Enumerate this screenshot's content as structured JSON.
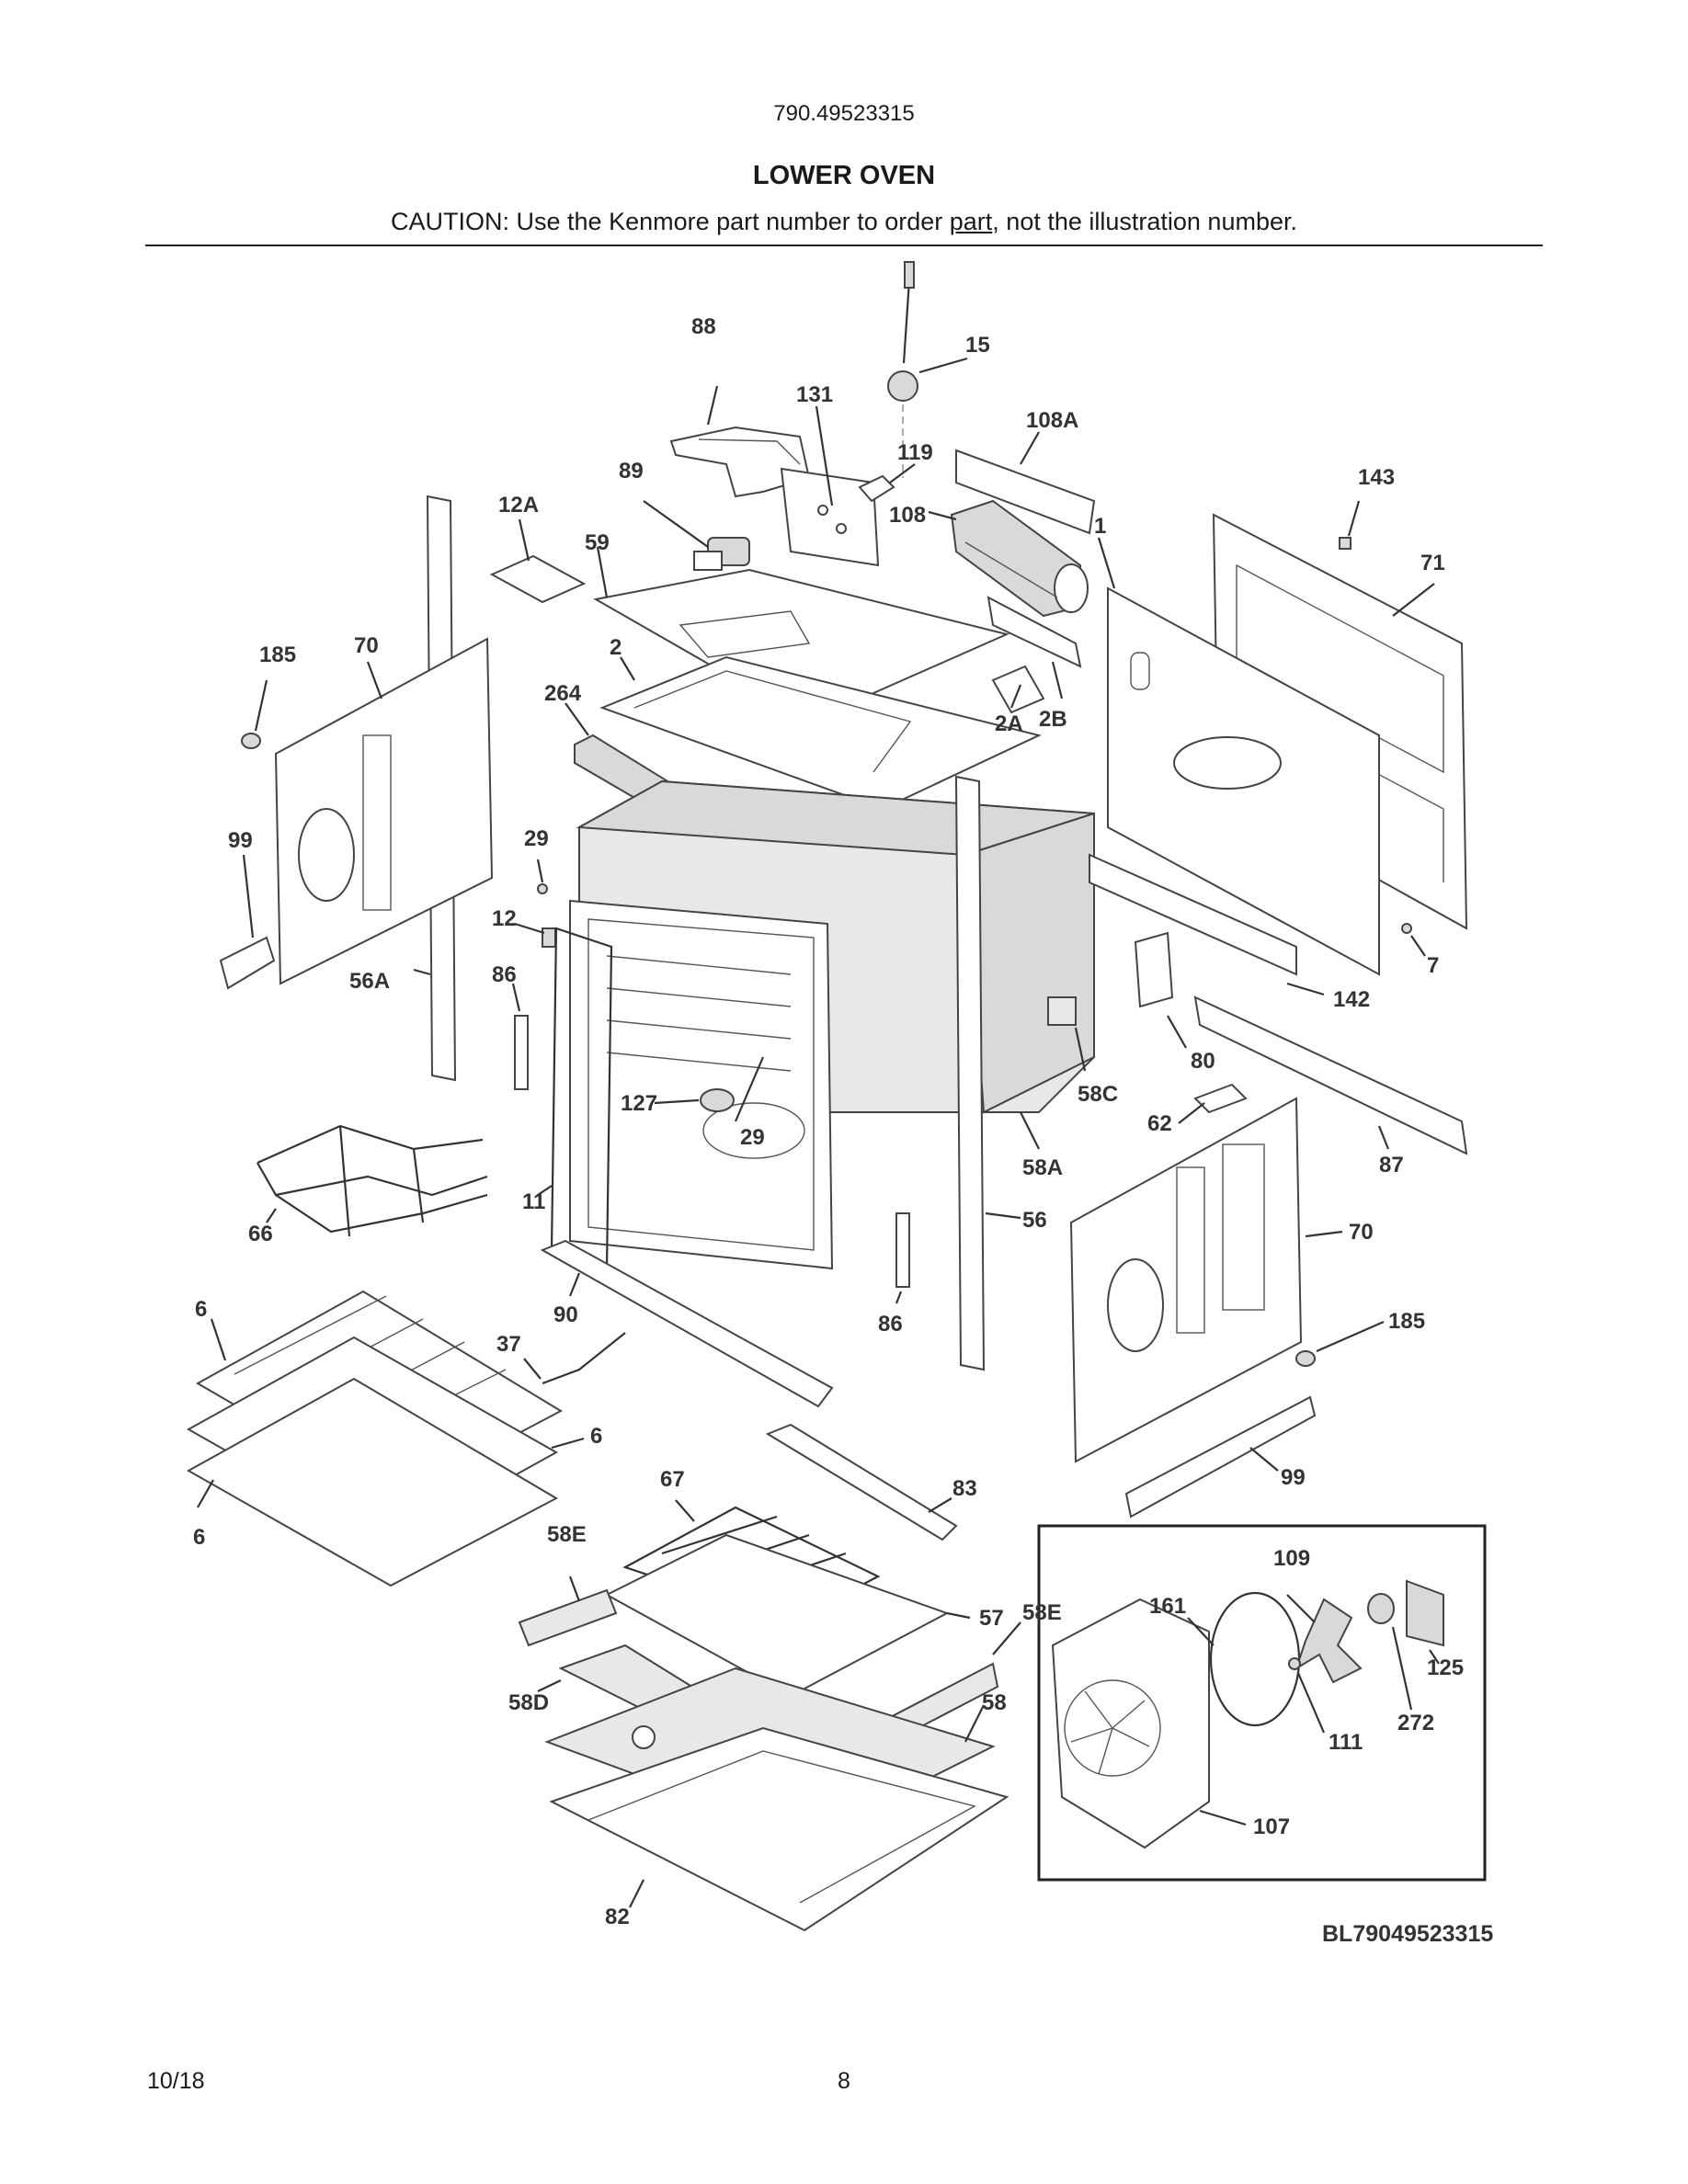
{
  "header": {
    "model_number": "790.49523315",
    "title": "LOWER OVEN",
    "caution_prefix": "CAUTION: Use the Kenmore part number to order ",
    "caution_underlined": "part",
    "caution_suffix": ", not the illustration number."
  },
  "diagram": {
    "labels": [
      "15",
      "88",
      "131",
      "108A",
      "119",
      "89",
      "108",
      "1",
      "143",
      "12A",
      "59",
      "71",
      "185",
      "70",
      "2",
      "264",
      "2A",
      "2B",
      "99",
      "29",
      "12",
      "56A",
      "86",
      "7",
      "142",
      "80",
      "58C",
      "127",
      "29",
      "62",
      "87",
      "58A",
      "66",
      "11",
      "56",
      "70",
      "6",
      "90",
      "86",
      "185",
      "37",
      "6",
      "99",
      "67",
      "83",
      "58E",
      "109",
      "6",
      "161",
      "58E",
      "57",
      "125",
      "58D",
      "58",
      "272",
      "111",
      "107",
      "82"
    ],
    "code": "BL79049523315"
  },
  "footer": {
    "date": "10/18",
    "page": "8"
  }
}
